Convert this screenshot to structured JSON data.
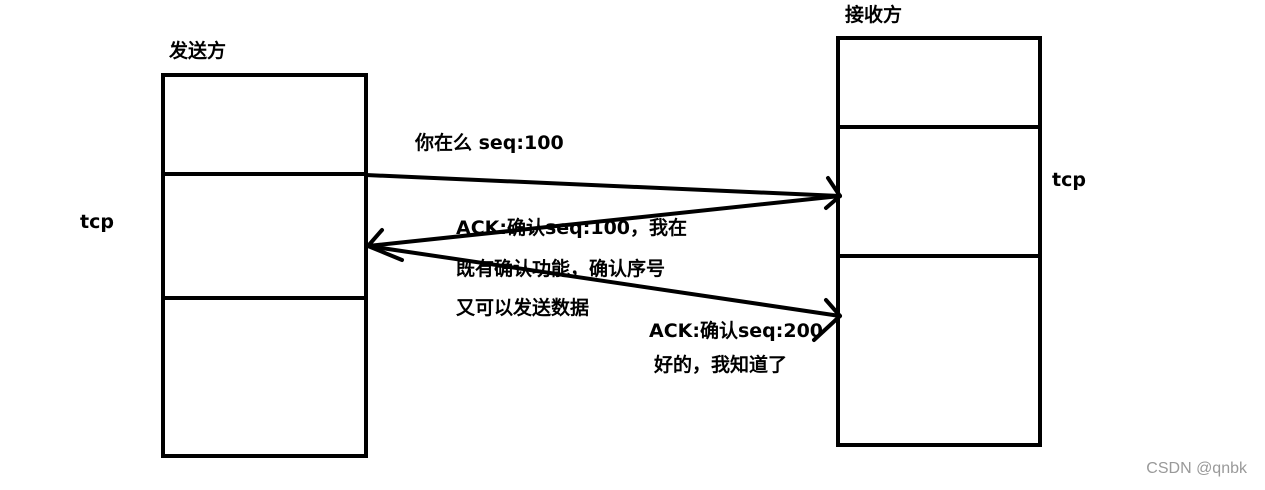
{
  "sender": {
    "title": "发送方",
    "layer_label": "tcp"
  },
  "receiver": {
    "title": "接收方",
    "layer_label": "tcp"
  },
  "messages": {
    "syn": "你在么 seq:100",
    "syn_ack_line1": "ACK:确认seq:100，我在",
    "syn_ack_line2": "既有确认功能，确认序号",
    "syn_ack_line3": "又可以发送数据",
    "ack_line1": "ACK:确认seq:200",
    "ack_line2": "好的，我知道了"
  },
  "watermark": "CSDN @qnbk"
}
